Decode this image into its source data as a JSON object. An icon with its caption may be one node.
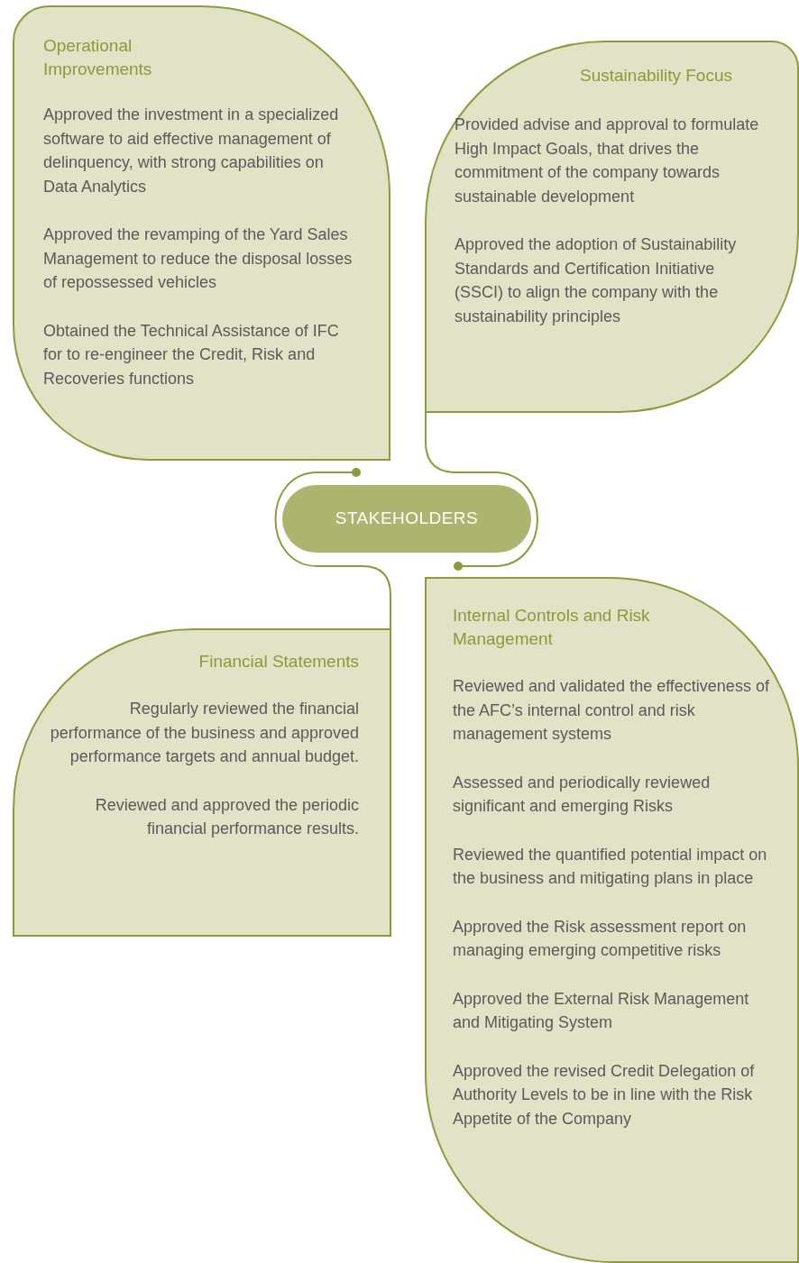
{
  "diagram": {
    "nodes": [
      {
        "text": [
          "Operational Improvements",
          "Approved the investment in a specialized software to aid effective management of delinquency, with strong capabilities on Data Analytics",
          "Approved the revamping of the Yard Sales Management to reduce the disposal losses of repossessed vehicles",
          "Obtained the Technical Assistance of IFC for to re-engineer the Credit, Risk and Recoveries functions"
        ]
      },
      {
        "text": [
          "Sustainability Focus",
          "Provided advise and approval to formulate High Impact Goals, that drives the commitment of the company towards sustainable development",
          "Approved the adoption of Sustainability Standards and Certification Initiative (SSCI) to align the company with the sustainability principles"
        ]
      },
      {
        "text": [
          "STAKEHOLDERS"
        ]
      },
      {
        "text": [
          "Financial Statements",
          "Regularly reviewed the financial performance of the business and approved performance targets and annual budget.",
          "Reviewed and approved the periodic financial performance results."
        ]
      },
      {
        "text": [
          "Internal Controls and Risk Management",
          "Reviewed and validated the effectiveness of the AFC’s internal control and risk management systems",
          "Assessed and periodically reviewed significant and emerging Risks",
          "Reviewed the quantified potential impact on the business and mitigating plans in place",
          "Approved the Risk assessment report on managing emerging competitive risks",
          "Approved the External Risk Management and Mitigating System",
          "Approved the revised Credit Delegation of Authority Levels to be in line with the Risk Appetite of the Company"
        ]
      }
    ],
    "edges": [
      {
        "from": 0,
        "to": 3,
        "arrow": "other"
      },
      {
        "from": 1,
        "to": 4,
        "arrow": "other"
      }
    ]
  }
}
